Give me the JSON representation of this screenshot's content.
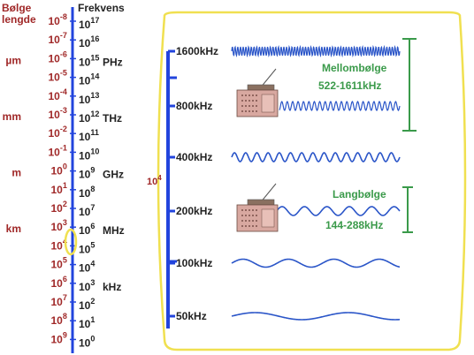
{
  "left_scale": {
    "wavelength_header": [
      "Bølge",
      "lengde"
    ],
    "frequency_header": "Frekvens",
    "wavelength_exponents": [
      "-8",
      "-7",
      "-6",
      "-5",
      "-4",
      "-3",
      "-2",
      "-1",
      "0",
      "1",
      "2",
      "3",
      "4",
      "5",
      "6",
      "7",
      "8",
      "9"
    ],
    "frequency_exponents": [
      "17",
      "16",
      "15",
      "14",
      "13",
      "12",
      "11",
      "10",
      "9",
      "8",
      "7",
      "6",
      "5",
      "4",
      "3",
      "2",
      "1",
      "0"
    ],
    "wavelength_units": [
      {
        "label": "µm",
        "row": 2
      },
      {
        "label": "mm",
        "row": 5
      },
      {
        "label": "m",
        "row": 8
      },
      {
        "label": "km",
        "row": 11
      }
    ],
    "frequency_units": [
      {
        "label": "PHz",
        "row": 2
      },
      {
        "label": "THz",
        "row": 5
      },
      {
        "label": "GHz",
        "row": 8
      },
      {
        "label": "MHz",
        "row": 11
      },
      {
        "label": "kHz",
        "row": 14
      }
    ],
    "base": "10",
    "highlight_wavelength_exponent": "4"
  },
  "detail_panel": {
    "wavelength_marker": "10",
    "wavelength_marker_exponent": "4",
    "bands": [
      {
        "label": "1600kHz",
        "cycles": 62
      },
      {
        "label": "800kHz",
        "cycles": 31
      },
      {
        "label": "400kHz",
        "cycles": 15
      },
      {
        "label": "200kHz",
        "cycles": 7.5
      },
      {
        "label": "100kHz",
        "cycles": 3.7
      },
      {
        "label": "50kHz",
        "cycles": 1.8
      }
    ],
    "medium_wave": {
      "name": "Mellombølge",
      "range": "522-1611kHz"
    },
    "long_wave": {
      "name": "Langbølge",
      "range": "144-288kHz"
    }
  },
  "colors": {
    "wavelength_text": "#a02828",
    "frequency_text": "#222222",
    "axis_blue": "#2244dd",
    "wave_blue": "#2a55c8",
    "frame_yellow": "#f0e050",
    "band_green": "#3a9a4a",
    "label_dark": "#222222"
  },
  "icons": [
    "radio-icon",
    "radio-icon"
  ]
}
